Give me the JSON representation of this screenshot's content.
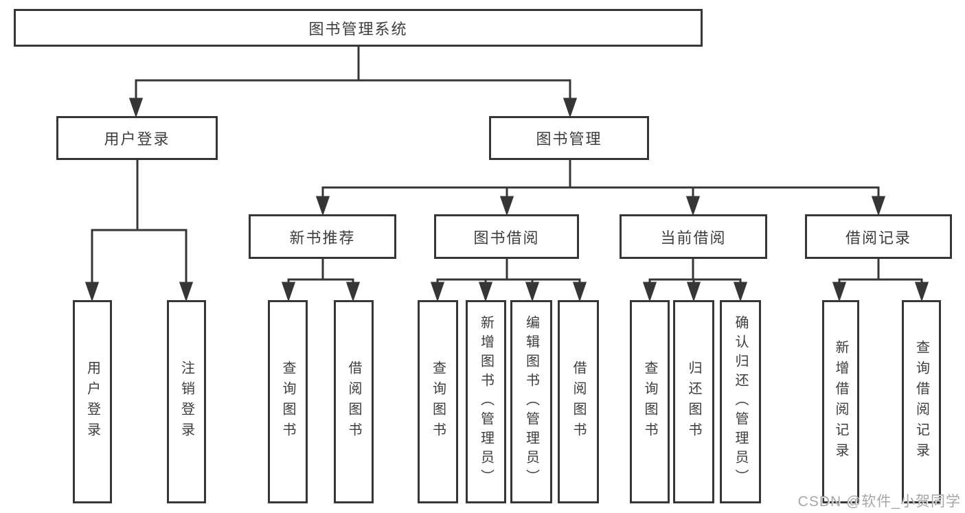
{
  "tree": {
    "root_label": "图书管理系统",
    "user_login": {
      "label": "用户登录",
      "children": [
        "用户登录",
        "注销登录"
      ]
    },
    "book_management": {
      "label": "图书管理",
      "groups": [
        {
          "label": "新书推荐",
          "children": [
            "查询图书",
            "借阅图书"
          ]
        },
        {
          "label": "图书借阅",
          "children": [
            "查询图书",
            "新增图书（管理员）",
            "编辑图书（管理员）",
            "借阅图书"
          ]
        },
        {
          "label": "当前借阅",
          "children": [
            "查询图书",
            "归还图书",
            "确认归还（管理员）"
          ]
        },
        {
          "label": "借阅记录",
          "children": [
            "新增借阅记录",
            "查询借阅记录"
          ]
        }
      ]
    }
  },
  "watermark": "CSDN @软件_小贺同学",
  "colors": {
    "line": "#363636",
    "text": "#3d3d3d",
    "watermark": "#a6a6a6",
    "background": "#ffffff"
  }
}
